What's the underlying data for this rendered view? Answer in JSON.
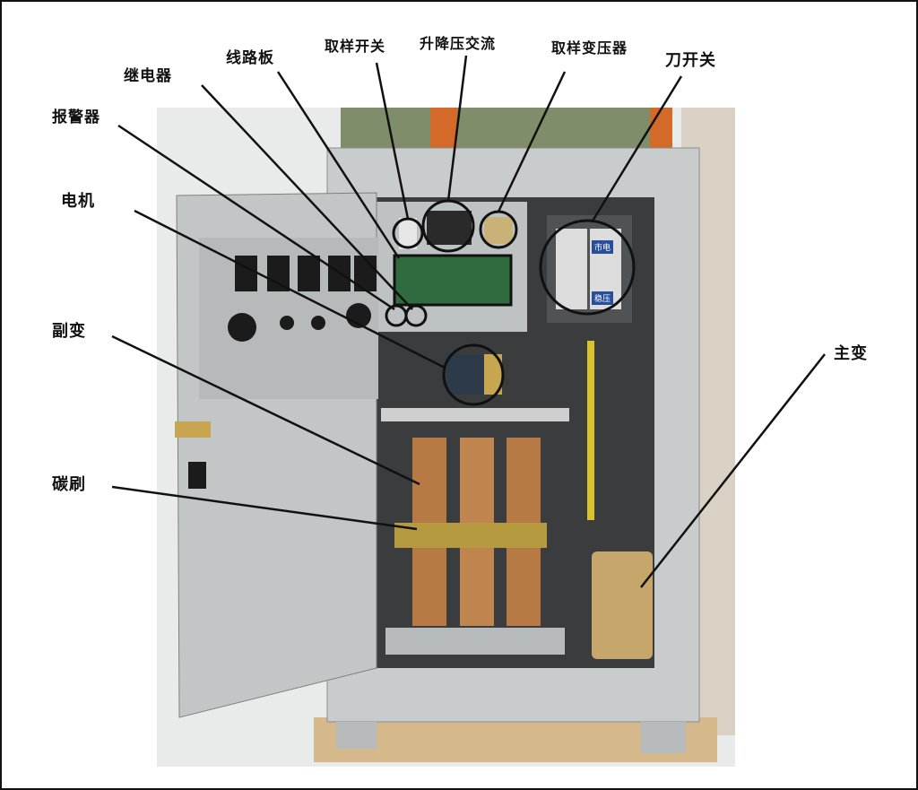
{
  "title": "Voltage stabilizer cabinet component diagram",
  "labels": {
    "sampling_switch": "取样开关",
    "buck_boost_ac": "升降压交流",
    "sampling_transformer": "取样变压器",
    "knife_switch": "刀开关",
    "circuit_board": "线路板",
    "relay": "继电器",
    "alarm": "报警器",
    "motor": "电机",
    "auxiliary_transformer": "副变",
    "carbon_brush": "碳刷",
    "main_transformer": "主变"
  },
  "knife_switch_tags": {
    "mains": "市电",
    "regulated": "稳压"
  },
  "colors": {
    "cabinet": "#c9cccc",
    "copper": "#b87a45",
    "leader": "#111111"
  }
}
